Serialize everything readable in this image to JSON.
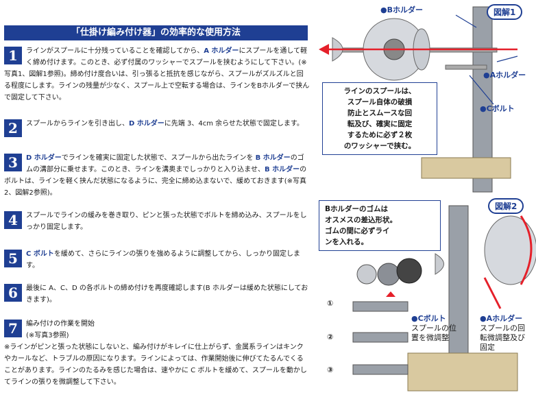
{
  "title": "「仕掛け編み付け器」の効率的な使用方法",
  "steps": [
    {
      "num": "1",
      "parts": [
        "ラインがスプールに十分残っていることを確認してから、",
        "A ホルダー",
        "にスプールを通して軽く締め付けます。このとき、必ず付属のワッシャーでスプールを挟むようにして下さい。(※写真1、図解1参照)。締め付け度合いは、引っ張ると抵抗を感じながら、スプールがズルズルと回る程度にします。ラインの残量が少なく、スプール上で空転する場合は、ラインをBホルダーで挟んで固定して下さい。"
      ]
    },
    {
      "num": "2",
      "parts": [
        "スプールからラインを引き出し、",
        "D ホルダー",
        "に先端 3、4cm 余らせた状態で固定します。"
      ]
    },
    {
      "num": "3",
      "parts": [
        "D ホルダー",
        "でラインを確実に固定した状態で、スプールから出たラインを ",
        "B ホルダー",
        "のゴムの溝部分に乗せます。このとき、ラインを溝奥までしっかりと入り込ませ、",
        "B ホルダー",
        "のボルトは、ラインを軽く挟んだ状態になるように、完全に締め込まないで、緩めておきます(※写真2、図解2参照)。"
      ]
    },
    {
      "num": "4",
      "parts": [
        "スプールでラインの緩みを巻き取り、ピンと張った状態でボルトを締め込み、スプールをしっかり固定します。"
      ]
    },
    {
      "num": "5",
      "parts": [
        "C ボルト",
        "を緩めて、さらにラインの張りを強めるように調整してから、しっかり固定します。"
      ]
    },
    {
      "num": "6",
      "parts": [
        "最後に A、C、D の各ボルトの締め付けを再度確認します(B ホルダーは緩めた状態にしておきます)。"
      ]
    },
    {
      "num": "7",
      "parts": [
        "編み付けの作業を開始",
        "(※写真3参照)",
        "※ラインがピンと張った状態にしないと、編み付けがキレイに仕上がらず、金属系ラインはキンクやカールなど、トラブルの原因になります。ラインによっては、作業開始後に伸びてたるんでくることがあります。ラインのたるみを感じた場合は、速やかに C ボルトを緩めて、スプールを動かしてラインの張りを微調整して下さい。"
      ]
    }
  ],
  "fig1": {
    "badge": "図解1",
    "b_holder": "●Bホルダー",
    "a_holder": "●Aホルダー",
    "c_bolt": "●Cボルト",
    "callout": [
      "ラインのスプールは、",
      "スプール自体の破損",
      "防止とスムースな回",
      "転及び、確実に固定",
      "するために必ず２枚",
      "のワッシャーで挟む。"
    ]
  },
  "fig2": {
    "badge": "図解2",
    "callout": [
      "Bホルダーのゴムは",
      "オスメスの差込形状。",
      "ゴムの間に必ずライ",
      "ンを入れる。"
    ],
    "c_bolt_title": "●Cボルト",
    "c_bolt_desc": [
      "スプールの位",
      "置を微調整"
    ],
    "a_holder_title": "●Aホルダー",
    "a_holder_desc": [
      "スプールの回",
      "転微調整及び",
      "固定"
    ],
    "markers": [
      "①",
      "②",
      "③"
    ]
  },
  "colors": {
    "accent": "#1f3f93",
    "arrow": "#e5202a"
  }
}
